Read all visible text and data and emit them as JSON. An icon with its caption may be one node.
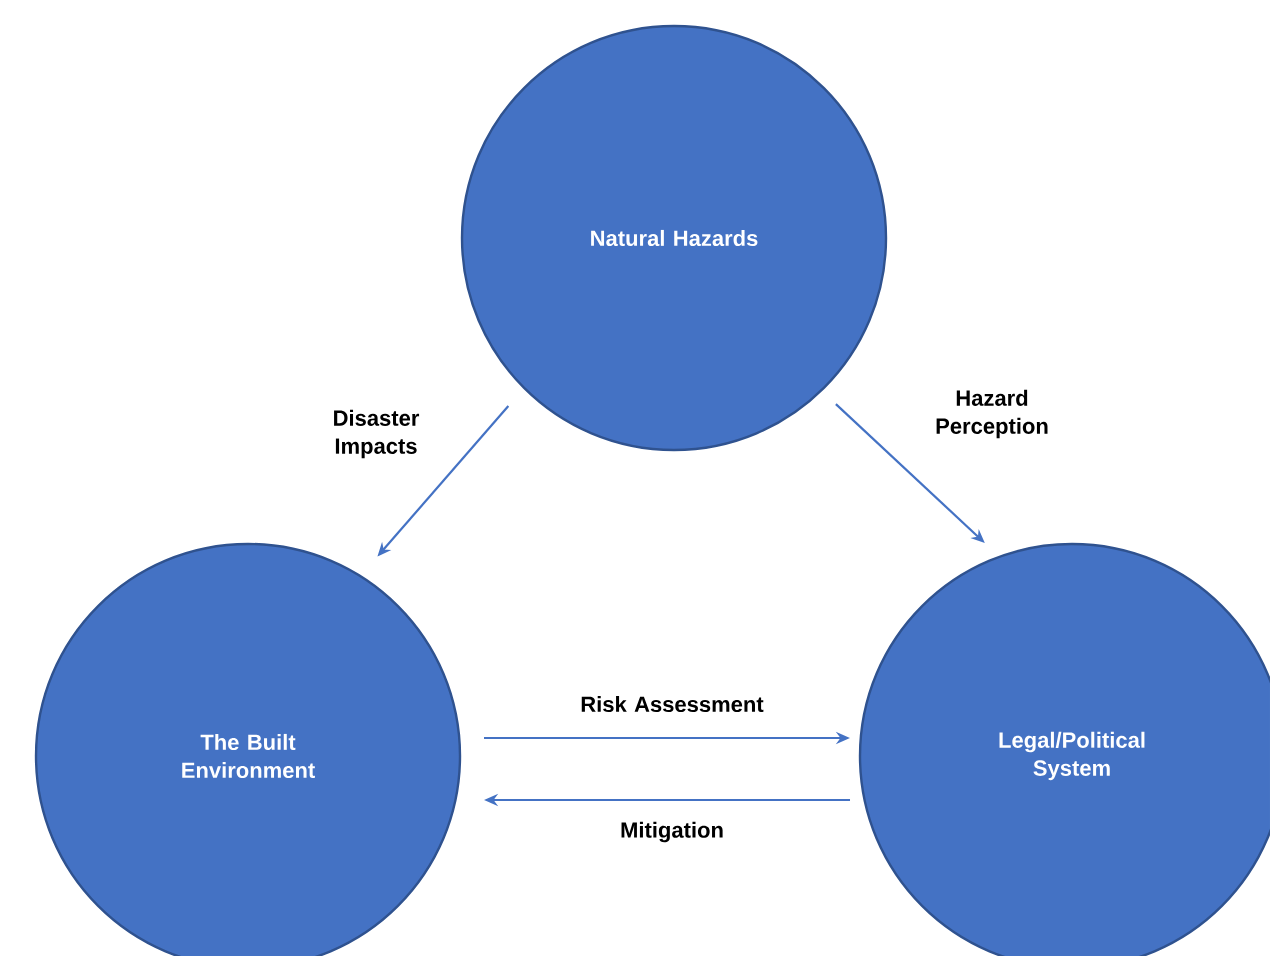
{
  "diagram": {
    "nodes": [
      {
        "text": [
          "Natural Hazards"
        ]
      },
      {
        "text": [
          "The Built Environment"
        ]
      },
      {
        "text": [
          "Legal/Political System"
        ]
      }
    ],
    "edges": [
      {
        "from": 0,
        "to": 1,
        "arrow": "to",
        "label": "Disaster Impacts"
      },
      {
        "from": 0,
        "to": 2,
        "arrow": "to",
        "label": "Hazard Perception"
      },
      {
        "from": 1,
        "to": 2,
        "arrow": "to",
        "label": "Risk Assessment"
      },
      {
        "from": 2,
        "to": 1,
        "arrow": "to",
        "label": "Mitigation"
      }
    ]
  }
}
